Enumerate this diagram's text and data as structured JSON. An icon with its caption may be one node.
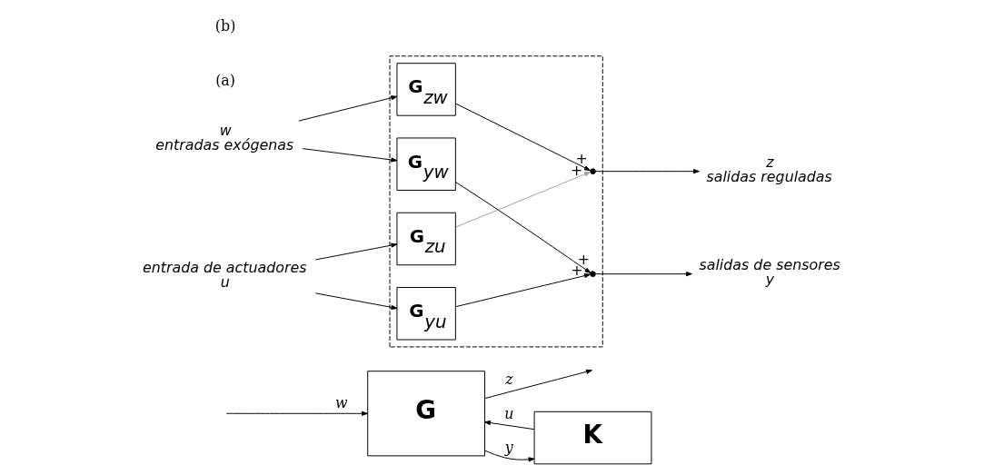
{
  "diagram": {
    "nodes": [
      {
        "text": [
          "**G**"
        ]
      },
      {
        "text": [
          "**K**"
        ]
      },
      {
        "text": [],
        "shape": "box"
      },
      {
        "text": [
          "**G**$_{zw}$"
        ],
        "in": 2
      },
      {
        "text": [
          "**G**$_{yw}$"
        ],
        "in": 2
      },
      {
        "text": [
          "**G**$_{zu}$"
        ],
        "in": 2
      },
      {
        "text": [
          "**G**$_{yu}$"
        ],
        "in": 2
      },
      {
        "text": [],
        "shape": "circle",
        "in": 2
      },
      {
        "text": [],
        "shape": "circle",
        "in": 2
      },
      {
        "text": [
          "w",
          "entradas exógenas"
        ]
      },
      {
        "text": [
          "entrada de actuadores",
          "u"
        ]
      },
      {
        "text": [
          "z",
          "salidas reguladas"
        ]
      },
      {
        "text": [
          "salidas de sensores",
          "y"
        ]
      }
    ],
    "edges": [
      {
        "from": null,
        "to": 0,
        "arrow": "to",
        "label": "w"
      },
      {
        "from": 0,
        "to": null,
        "arrow": "to",
        "label": "z"
      },
      {
        "from": 0,
        "to": 1,
        "arrow": "to",
        "label": "y"
      },
      {
        "from": 1,
        "to": 0,
        "arrow": "to",
        "label": "u"
      },
      {
        "from": 9,
        "to": 3,
        "arrow": "to"
      },
      {
        "from": 9,
        "to": 4,
        "arrow": "to"
      },
      {
        "from": 3,
        "to": 7,
        "arrow": "to",
        "label": "+"
      },
      {
        "from": 5,
        "to": 7,
        "arrow": "to",
        "label": "+",
        "color": "#a0a0a0"
      },
      {
        "from": 7,
        "to": 11,
        "arrow": "to"
      },
      {
        "from": 10,
        "to": 5,
        "arrow": "to"
      },
      {
        "from": 10,
        "to": 6,
        "arrow": "to"
      },
      {
        "from": 6,
        "to": 8,
        "arrow": "to",
        "label": "+"
      },
      {
        "from": 4,
        "to": 8,
        "arrow": "to",
        "label": "+"
      },
      {
        "from": 8,
        "to": 12,
        "arrow": "to"
      }
    ],
    "labels": [
      "(a)",
      "(b)"
    ]
  }
}
